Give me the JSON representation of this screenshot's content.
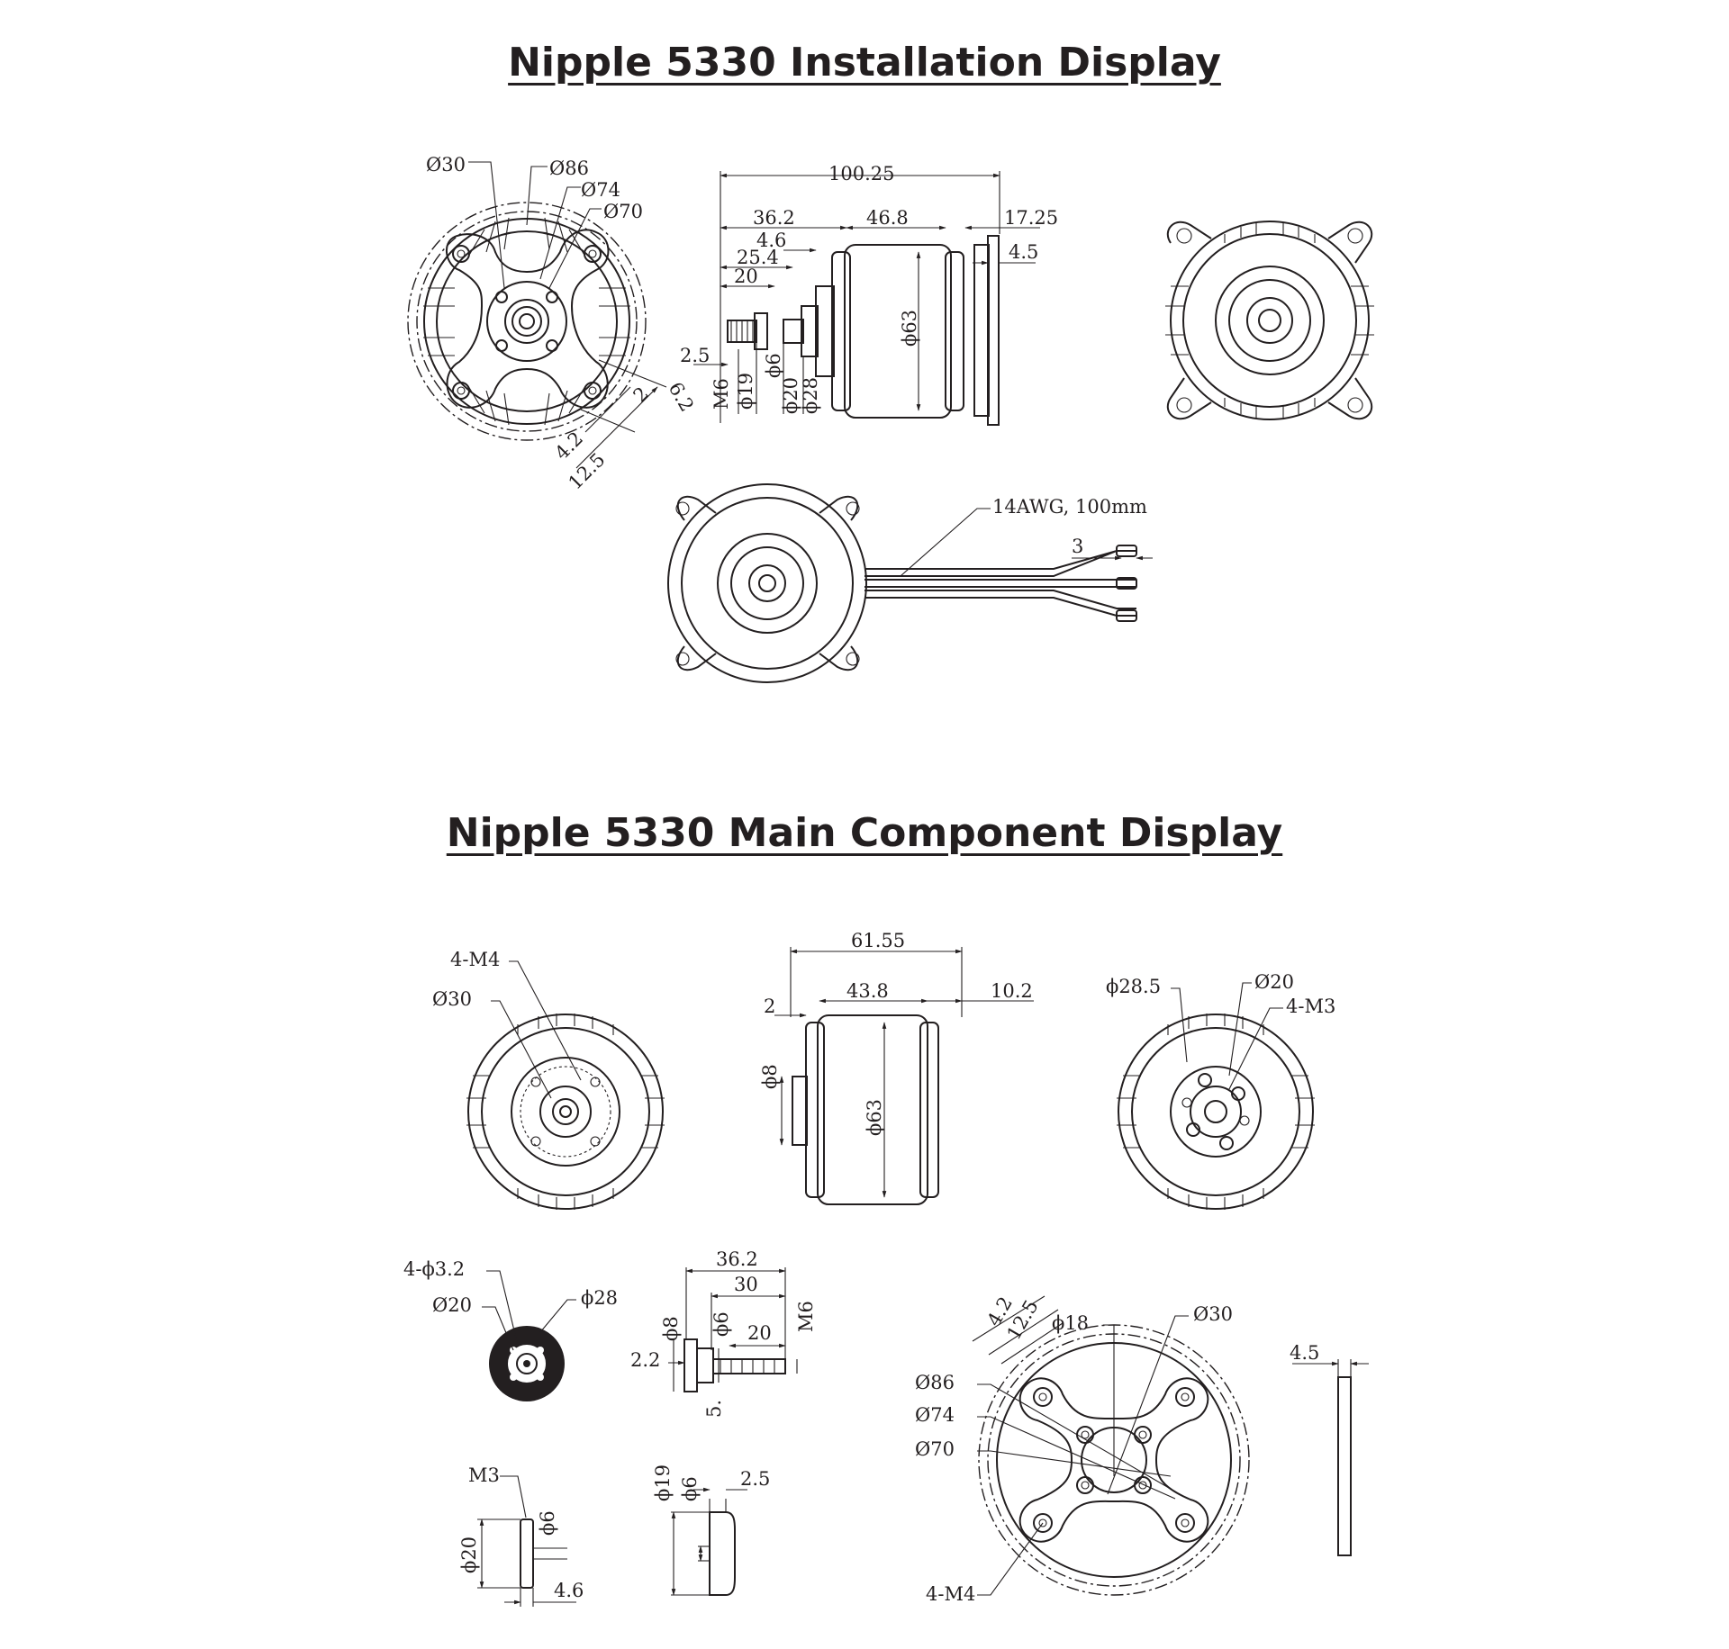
{
  "titles": {
    "installation": "Nipple 5330 Installation Display",
    "components": "Nipple 5330 Main Component Display"
  },
  "installation": {
    "front_view": {
      "d30": "Ø30",
      "d86": "Ø86",
      "d74": "Ø74",
      "d70": "Ø70",
      "dim_4_2": "4.2",
      "dim_12_5": "12.5",
      "dim_2": "2",
      "dim_6_2": "6.2"
    },
    "side_view": {
      "total": "100.25",
      "shaft_len": "36.2",
      "body_len": "46.8",
      "mount_len": "17.25",
      "d4_6": "4.6",
      "d25_4": "25.4",
      "d20": "20",
      "d4_5": "4.5",
      "d2_5": "2.5",
      "dia63": "ϕ63",
      "m6": "M6",
      "dia19": "ϕ19",
      "dia6": "ϕ6",
      "dia20": "ϕ20",
      "dia28": "ϕ28"
    },
    "rear_view": {
      "wire": "14AWG, 100mm",
      "wire_tip": "3"
    }
  },
  "components": {
    "rotor_front": {
      "thread": "4-M4",
      "d30": "Ø30"
    },
    "rotor_side": {
      "total": "61.55",
      "body": "43.8",
      "shaft": "10.2",
      "gap": "2",
      "dia8": "ϕ8",
      "dia63": "ϕ63"
    },
    "rotor_back": {
      "d28_5": "ϕ28.5",
      "d20": "Ø20",
      "thread": "4-M3"
    },
    "prop_adapter": {
      "holes": "4-ϕ3.2",
      "d20": "Ø20",
      "d28": "ϕ28"
    },
    "shaft": {
      "len_total": "36.2",
      "len_30": "30",
      "len_20": "20",
      "m6": "M6",
      "dia8": "ϕ8",
      "dia6": "ϕ6",
      "d2_2": "2.2",
      "d5": "5."
    },
    "nut_small": {
      "m3": "M3",
      "dia6": "ϕ6",
      "dia20": "ϕ20",
      "d4_6": "4.6"
    },
    "washer": {
      "dia19": "ϕ19",
      "dia6": "ϕ6",
      "d2_5": "2.5"
    },
    "mount": {
      "d4_2": "4.2",
      "d12_5": "12.5",
      "d18": "ϕ18",
      "d30": "Ø30",
      "d86": "Ø86",
      "d74": "Ø74",
      "d70": "Ø70",
      "thread": "4-M4"
    },
    "mount_side": {
      "thickness": "4.5"
    }
  }
}
